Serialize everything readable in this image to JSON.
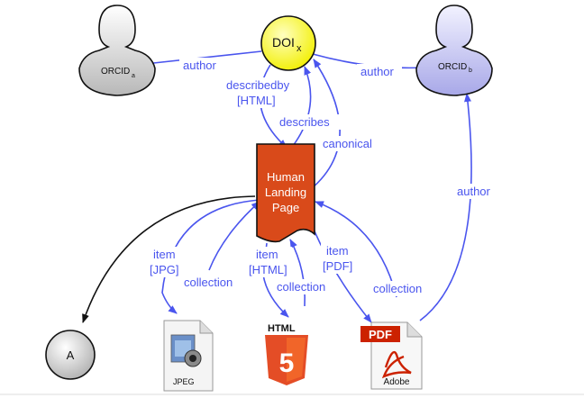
{
  "nodes": {
    "orcid_a": {
      "main": "ORCID",
      "sub": "a"
    },
    "orcid_b": {
      "main": "ORCID",
      "sub": "b"
    },
    "doi": {
      "main": "DOI",
      "sub": "x"
    },
    "landing": {
      "line1": "Human",
      "line2": "Landing",
      "line3": "Page"
    },
    "a": {
      "label": "A"
    },
    "jpeg": {
      "label": "JPEG"
    },
    "html5": {
      "label": "HTML",
      "number": "5"
    },
    "pdf": {
      "label": "PDF",
      "brand": "Adobe"
    }
  },
  "edges": {
    "author_a": "author",
    "author_b": "author",
    "describedby_1": "describedby",
    "describedby_2": "[HTML]",
    "describes": "describes",
    "canonical": "canonical",
    "author_pdf": "author",
    "item_jpg_1": "item",
    "item_jpg_2": "[JPG]",
    "collection_jpg": "collection",
    "item_html_1": "item",
    "item_html_2": "[HTML]",
    "collection_html": "collection",
    "item_pdf_1": "item",
    "item_pdf_2": "[PDF]",
    "collection_pdf": "collection"
  },
  "colors": {
    "edge": "#4a55ee",
    "doi_fill": "#ffff33",
    "landing_fill": "#d94a1a",
    "orcid_a_fill": "#e6e6e6",
    "orcid_b_fill": "#ccccff",
    "pdf_red": "#cc2200",
    "html_orange": "#e44d26"
  }
}
